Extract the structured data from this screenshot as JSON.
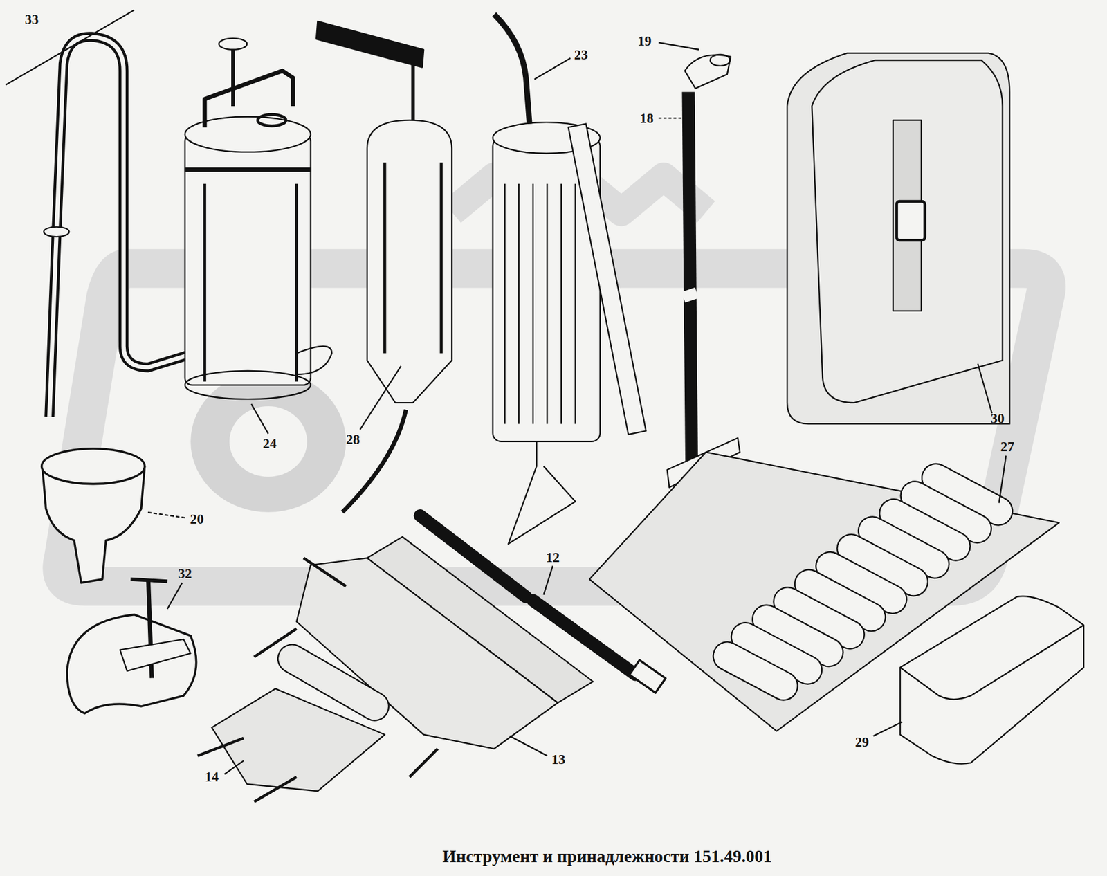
{
  "diagram": {
    "caption": "Инструмент и принадлежности 151.49.001",
    "labels": [
      "33",
      "19",
      "23",
      "18",
      "30",
      "27",
      "24",
      "28",
      "20",
      "12",
      "32",
      "13",
      "29",
      "14"
    ]
  }
}
